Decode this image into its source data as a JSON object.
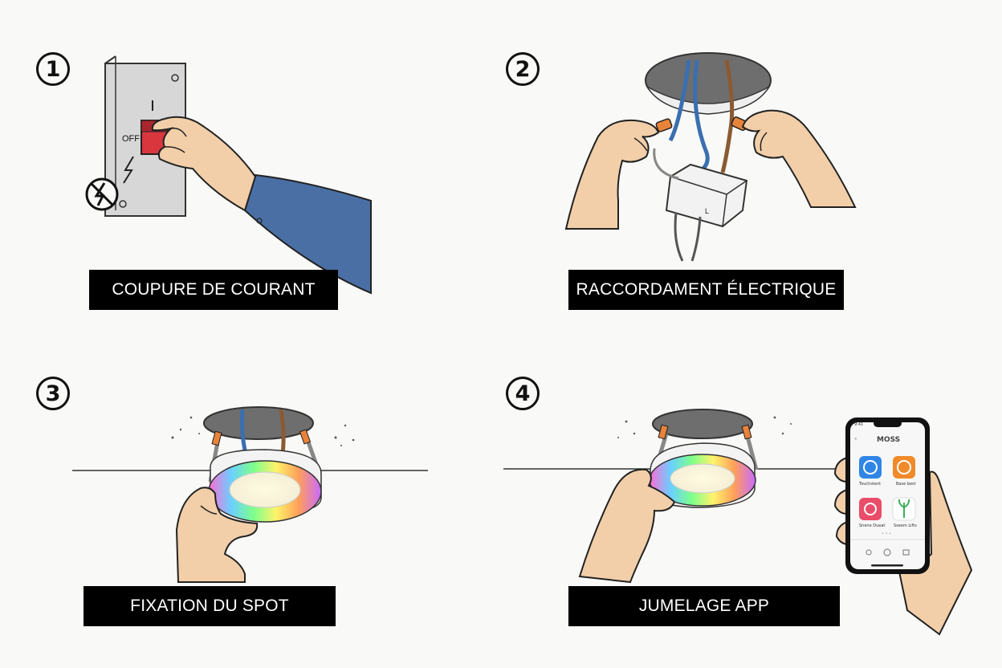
{
  "steps": [
    {
      "number": "1",
      "caption": "COUPURE DE COURANT",
      "switch_off_label": "OFF",
      "switch_on_label": "I"
    },
    {
      "number": "2",
      "caption": "RACCORDAMENT ÉLECTRIQUE",
      "terminal_label": "L"
    },
    {
      "number": "3",
      "caption": "FIXATION DU SPOT"
    },
    {
      "number": "4",
      "caption": "JUMELAGE APP"
    }
  ],
  "phone": {
    "app_title": "MOSS",
    "status_time": "9:41",
    "apps": [
      {
        "label": "Touchstent",
        "icon": "dial-icon",
        "color": "#2f86e6"
      },
      {
        "label": "Base best",
        "icon": "clock-icon",
        "color": "#f08a2a"
      },
      {
        "label": "Snene Dueat",
        "icon": "clock-icon",
        "color": "#e94d6a"
      },
      {
        "label": "Sseem Lifts",
        "icon": "leaf-icon",
        "color": "#3fae5a"
      }
    ],
    "page_dots": "• • •"
  },
  "colors": {
    "caption_bg": "#000000",
    "caption_text": "#ffffff",
    "wire_blue": "#3a6fb0",
    "wire_brown": "#8a5a32",
    "connector_orange": "#e8833a",
    "sleeve_blue": "#4a6fa5",
    "switch_red": "#d9363e"
  }
}
